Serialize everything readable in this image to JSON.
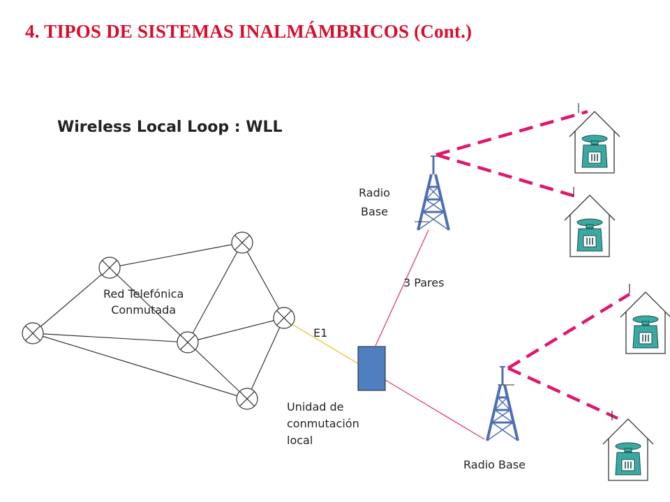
{
  "title": "4.  TIPOS DE SISTEMAS INALMÁMBRICOS (Cont.)",
  "subtitle": "Wireless Local Loop : WLL",
  "labels": {
    "network_line1": "Red Telefónica",
    "network_line2": "Conmutada",
    "e1": "E1",
    "local_switch_line1": "Unidad de",
    "local_switch_line2": "conmutación",
    "local_switch_line3": "local",
    "radio_base_top_line1": "Radio",
    "radio_base_top_line2": "Base",
    "pairs": "3 Pares",
    "radio_base_bottom": "Radio Base"
  },
  "colors": {
    "title": "#d90d2b",
    "tower": "#4f6fb2",
    "local_unit": "#4f7fbf",
    "radio_link": "#e0166e",
    "e1_link": "#f0c020",
    "pair_link": "#e03c6c",
    "phone": "#3aa9a2"
  },
  "icons": {
    "network_node": "switch-node-icon",
    "tower": "radio-tower-icon",
    "house": "house-phone-icon"
  }
}
